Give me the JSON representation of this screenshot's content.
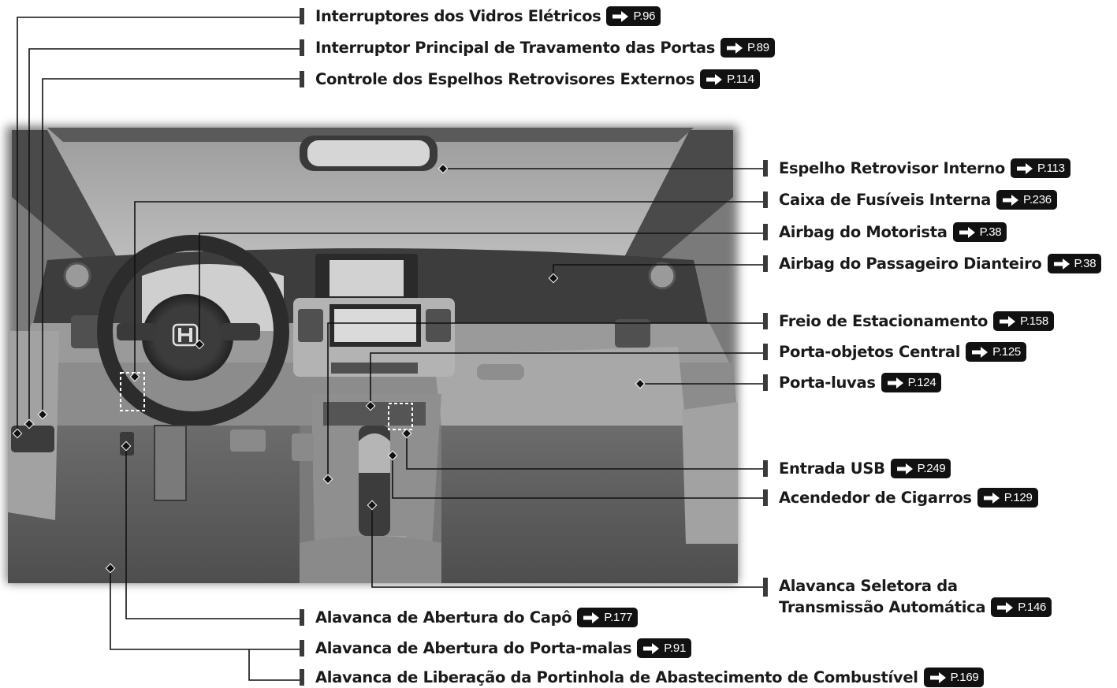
{
  "colors": {
    "callout_line": "#111111",
    "label_bar": "#3a3a3a",
    "ref_badge": "#111111",
    "ref_text": "#ffffff"
  },
  "icons": {
    "ref_arrow": "right-arrow-icon",
    "brand_logo": "honda-logo"
  },
  "labels": {
    "power_window_switches": {
      "text": "Interruptores dos Vidros Elétricos",
      "ref": "P.96"
    },
    "master_door_lock": {
      "text": "Interruptor Principal de Travamento das Portas",
      "ref": "P.89"
    },
    "mirror_controls": {
      "text": "Controle dos Espelhos Retrovisores Externos",
      "ref": "P.114"
    },
    "rearview_mirror": {
      "text": "Espelho Retrovisor Interno",
      "ref": "P.113"
    },
    "fuse_box": {
      "text": "Caixa de Fusíveis Interna",
      "ref": "P.236"
    },
    "driver_airbag": {
      "text": "Airbag do Motorista",
      "ref": "P.38"
    },
    "passenger_airbag": {
      "text": "Airbag do Passageiro Dianteiro",
      "ref": "P.38"
    },
    "parking_brake": {
      "text": "Freio de Estacionamento",
      "ref": "P.158"
    },
    "center_pocket": {
      "text": "Porta-objetos Central",
      "ref": "P.125"
    },
    "glove_box": {
      "text": "Porta-luvas",
      "ref": "P.124"
    },
    "usb_port": {
      "text": "Entrada USB",
      "ref": "P.249"
    },
    "cigarette_lighter": {
      "text": "Acendedor de Cigarros",
      "ref": "P.129"
    },
    "shift_lever": {
      "line1": "Alavanca Seletora da",
      "line2": "Transmissão Automática",
      "ref": "P.146"
    },
    "hood_release": {
      "text": "Alavanca de Abertura do Capô",
      "ref": "P.177"
    },
    "trunk_release": {
      "text": "Alavanca de Abertura do Porta-malas",
      "ref": "P.91"
    },
    "fuel_door_release": {
      "text": "Alavanca de Liberação da Portinhola de Abastecimento de Combustível",
      "ref": "P.169"
    }
  }
}
